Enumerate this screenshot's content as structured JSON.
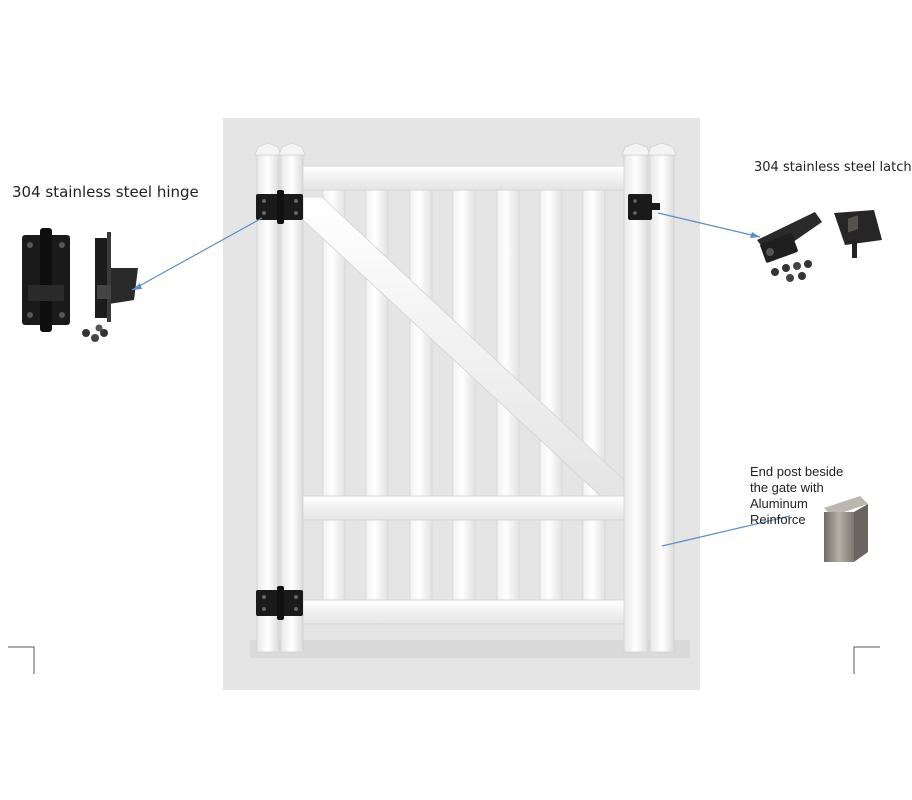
{
  "labels": {
    "hinge": "304 stainless steel hinge",
    "latch": "304 stainless steel latch",
    "end_post_lines": [
      "End post beside",
      "the gate with",
      "Aluminum",
      "Reinforce"
    ]
  },
  "colors": {
    "backdrop": "#e5e5e5",
    "vinyl": "#ffffff",
    "hardware": "#1a1a1a",
    "leader_line": "#5b8fc7",
    "aluminum": "#8f8a82"
  },
  "icons": [
    "hinge-icon",
    "latch-icon",
    "post-insert-icon",
    "screw-icon"
  ]
}
